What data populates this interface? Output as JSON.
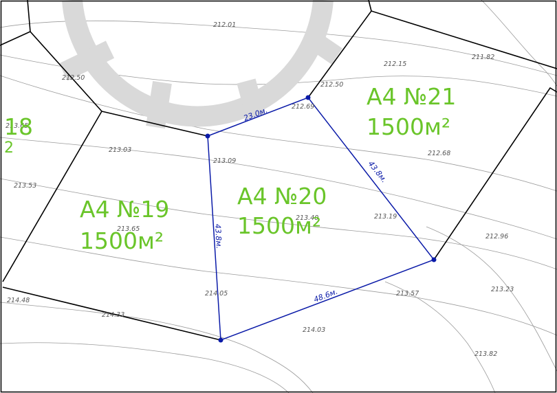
{
  "lots": [
    {
      "id": "19",
      "name": "А4 №19",
      "area": "1500м²"
    },
    {
      "id": "20",
      "name": "А4 №20",
      "area": "1500м²"
    },
    {
      "id": "21",
      "name": "А4 №21",
      "area": "1500м²"
    },
    {
      "id": "18",
      "name": "18",
      "area": "2"
    }
  ],
  "dimensions": {
    "top": "23.0м.",
    "right": "43.8м.",
    "bottom": "48.6м.",
    "left": "43.8м."
  },
  "elevations": {
    "e1": "212.01",
    "e2": "212.50",
    "e3": "212.15",
    "e4": "211.82",
    "e5": "212.50",
    "e6": "212.69",
    "e7": "213.65",
    "e8": "213.03",
    "e9": "213.09",
    "e10": "212.68",
    "e11": "213.53",
    "e12": "213.65",
    "e13": "213.40",
    "e14": "213.19",
    "e15": "212.96",
    "e16": "214.48",
    "e17": "214.05",
    "e18": "213.57",
    "e19": "213.23",
    "e20": "214.33",
    "e21": "214.03",
    "e22": "213.82"
  },
  "colors": {
    "lot_label": "#6ac52a",
    "plot_outline": "#0a1aa8",
    "parcel_line": "#000000",
    "contour": "#9a9a9a",
    "road": "#d9d9d9"
  }
}
